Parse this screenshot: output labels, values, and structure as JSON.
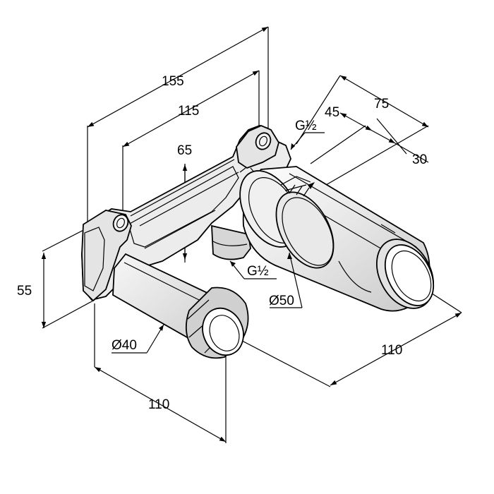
{
  "drawing": {
    "dimensions": {
      "d155": "155",
      "d115": "115",
      "d65": "65",
      "d55": "55",
      "d45": "45",
      "d75": "75",
      "d30": "30",
      "g_top": "G½",
      "g_bottom": "G½",
      "dia40": "Ø40",
      "dia50": "Ø50",
      "d110_left": "110",
      "d110_right": "110"
    },
    "colors": {
      "line": "#000000",
      "shade_light": "#f2f2f2",
      "shade_mid": "#dcdcdc",
      "shade_dark": "#c4c4c4"
    }
  }
}
